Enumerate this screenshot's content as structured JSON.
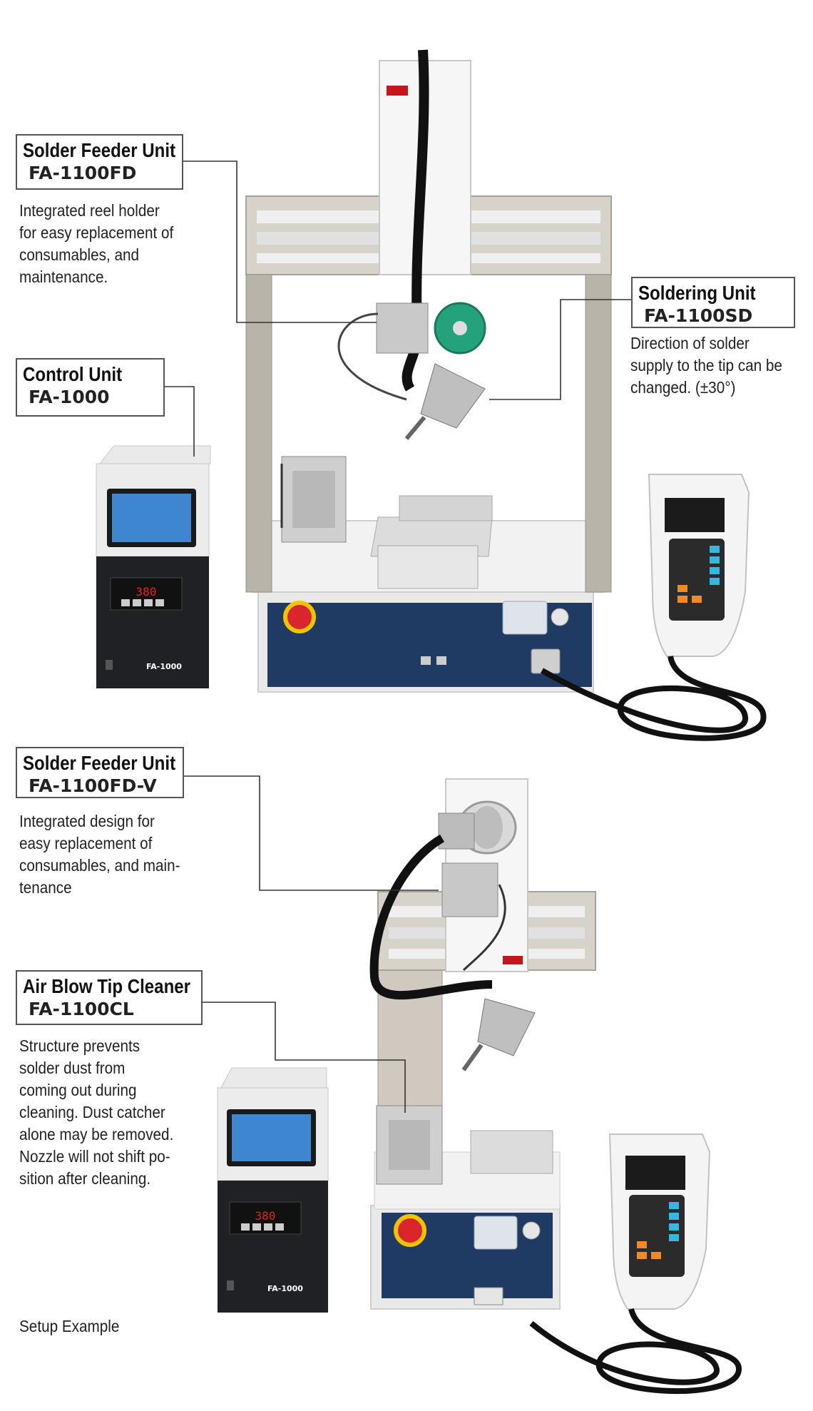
{
  "top": {
    "feeder": {
      "title": "Solder Feeder Unit",
      "model": "FA-1100FD",
      "desc": [
        "Integrated reel holder",
        "for easy replacement of",
        "consumables, and",
        "maintenance."
      ]
    },
    "control": {
      "title": "Control Unit",
      "model": "FA-1000"
    },
    "soldering": {
      "title": "Soldering Unit",
      "model": "FA-1100SD",
      "desc": [
        "Direction of solder",
        "supply to the tip can be",
        "changed. (±30°)"
      ]
    }
  },
  "bottom": {
    "feeder": {
      "title": "Solder Feeder Unit",
      "model": "FA-1100FD-V",
      "desc": [
        "Integrated design for",
        "easy replacement of",
        "consumables, and main-",
        "tenance"
      ]
    },
    "cleaner": {
      "title": "Air Blow Tip Cleaner",
      "model": "FA-1100CL",
      "desc": [
        "Structure prevents",
        "solder dust from",
        "coming out during",
        "cleaning. Dust catcher",
        "alone may be removed.",
        "Nozzle will not shift po-",
        "sition after cleaning."
      ]
    }
  },
  "device_text": {
    "display_reading": "380",
    "controller_brand": "FA-1000"
  },
  "caption": "Setup Example",
  "colors": {
    "frame": "#b9b4aa",
    "navy_panel": "#1f3a63",
    "dark_body": "#202124",
    "screen_blue": "#3f86d0",
    "reel_green": "#23a27c",
    "estop_red": "#d8262c",
    "led_red": "#e3231b"
  }
}
